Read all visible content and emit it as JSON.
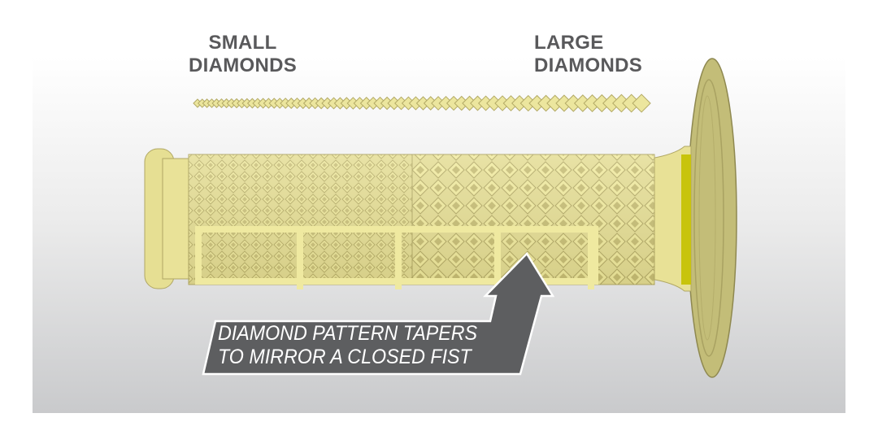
{
  "labels": {
    "small_line1": "SMALL",
    "small_line2": "DIAMONDS",
    "large_line1": "LARGE",
    "large_line2": "DIAMONDS"
  },
  "callout": {
    "line1": "DIAMOND PATTERN TAPERS",
    "line2": "TO MIRROR A CLOSED FIST"
  },
  "colors": {
    "grip": "#ebe59c",
    "grip_shadow": "#b9b06a",
    "disc": "#c3bd78",
    "callout_bg": "#5d5e60",
    "label_text": "#59595b"
  }
}
